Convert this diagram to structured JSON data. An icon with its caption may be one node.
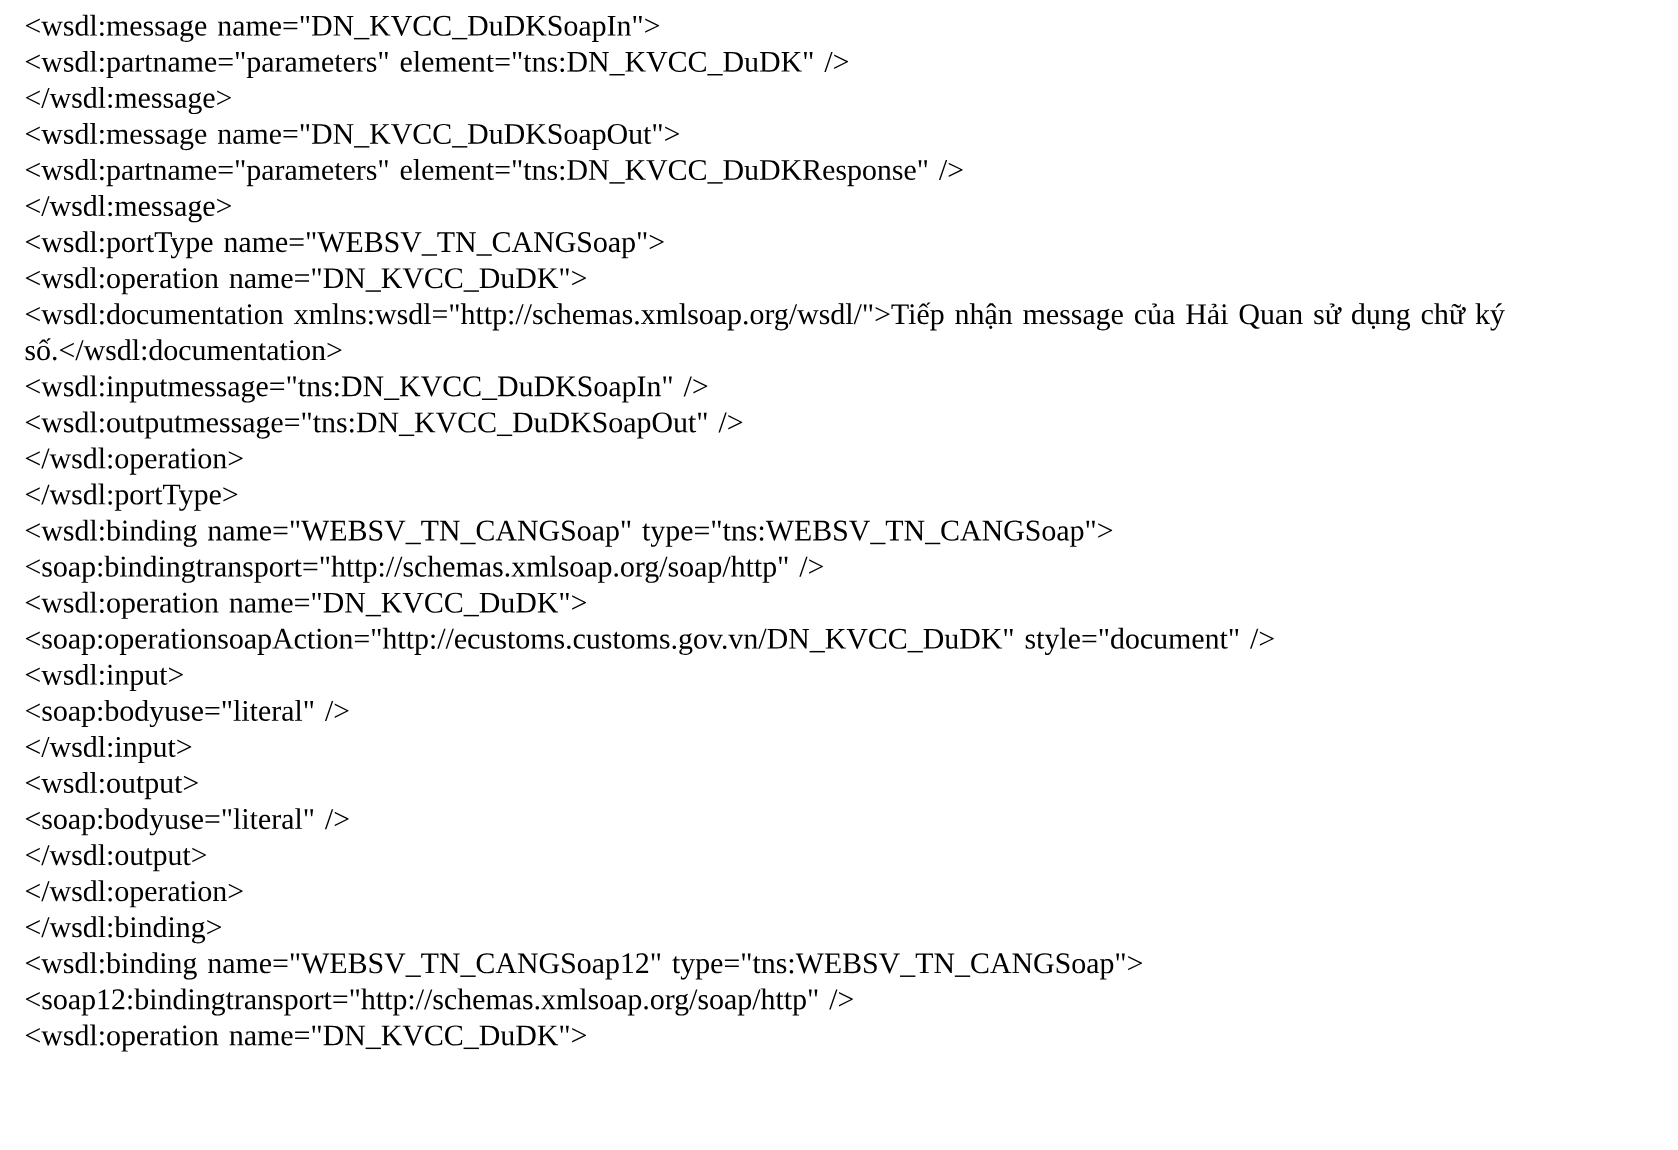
{
  "diagram": {
    "labels": [
      "<wsdl:message name=\"DN_KVCC_DuDKSoapIn\">",
      "<wsdl:partname=\"parameters\" element=\"tns:DN_KVCC_DuDK\" />",
      "</wsdl:message>",
      "<wsdl:message name=\"DN_KVCC_DuDKSoapOut\">",
      "<wsdl:partname=\"parameters\" element=\"tns:DN_KVCC_DuDKResponse\" />",
      "</wsdl:message>",
      "<wsdl:portType name=\"WEBSV_TN_CANGSoap\">",
      "<wsdl:operation name=\"DN_KVCC_DuDK\">",
      "<wsdl:documentation xmlns:wsdl=\"http://schemas.xmlsoap.org/wsdl/\">Tiếp nhận message của Hải Quan sử dụng chữ ký số.</wsdl:documentation>",
      "<wsdl:inputmessage=\"tns:DN_KVCC_DuDKSoapIn\" />",
      "<wsdl:outputmessage=\"tns:DN_KVCC_DuDKSoapOut\" />",
      "</wsdl:operation>",
      "</wsdl:portType>",
      "<wsdl:binding name=\"WEBSV_TN_CANGSoap\" type=\"tns:WEBSV_TN_CANGSoap\">",
      "<soap:bindingtransport=\"http://schemas.xmlsoap.org/soap/http\" />",
      "<wsdl:operation name=\"DN_KVCC_DuDK\">",
      "<soap:operationsoapAction=\"http://ecustoms.customs.gov.vn/DN_KVCC_DuDK\" style=\"document\" />",
      "<wsdl:input>",
      "<soap:bodyuse=\"literal\" />",
      "</wsdl:input>",
      "<wsdl:output>",
      "<soap:bodyuse=\"literal\" />",
      "</wsdl:output>",
      "</wsdl:operation>",
      "</wsdl:binding>",
      "<wsdl:binding name=\"WEBSV_TN_CANGSoap12\" type=\"tns:WEBSV_TN_CANGSoap\">",
      "<soap12:bindingtransport=\"http://schemas.xmlsoap.org/soap/http\" />",
      "<wsdl:operation name=\"DN_KVCC_DuDK\">"
    ]
  }
}
